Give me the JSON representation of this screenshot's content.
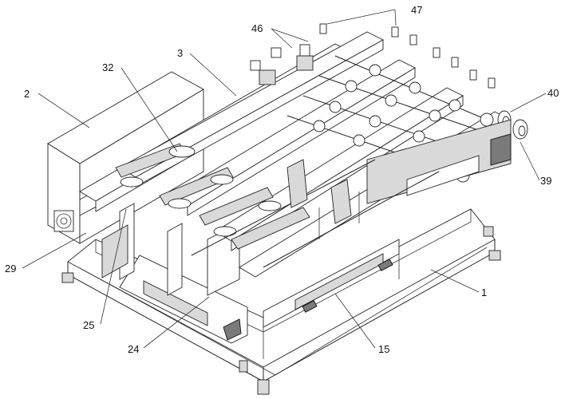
{
  "labels": {
    "1": "1",
    "2": "2",
    "3": "3",
    "15": "15",
    "24": "24",
    "25": "25",
    "29": "29",
    "32": "32",
    "39": "39",
    "40": "40",
    "46": "46",
    "47": "47"
  }
}
